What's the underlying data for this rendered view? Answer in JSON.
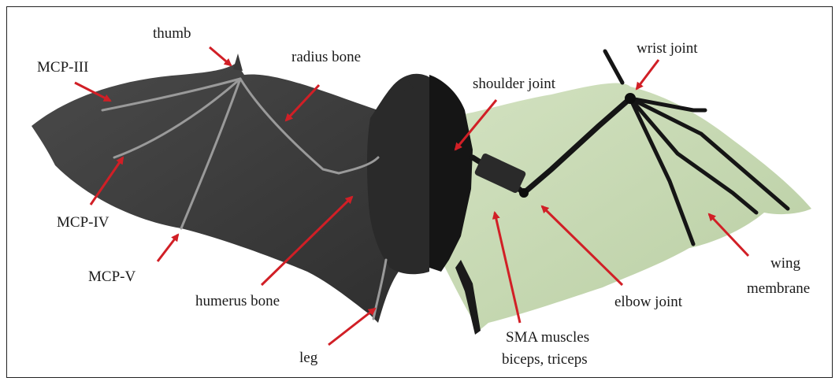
{
  "labels": {
    "thumb": "thumb",
    "mcp_iii": "MCP-III",
    "radius_bone": "radius bone",
    "mcp_iv": "MCP-IV",
    "mcp_v": "MCP-V",
    "humerus_bone": "humerus bone",
    "leg": "leg",
    "shoulder_joint": "shoulder joint",
    "wrist_joint": "wrist joint",
    "wing_membrane_line1": "wing",
    "wing_membrane_line2": "membrane",
    "elbow_joint": "elbow joint",
    "sma_line1": "SMA muscles",
    "sma_line2": "biceps, triceps"
  },
  "colors": {
    "arrow": "#d11f26",
    "bat_wing": "#3b3b3b",
    "bat_body": "#2c2c2c",
    "robot_membrane": "#c9d9b5",
    "robot_frame": "#141414"
  }
}
